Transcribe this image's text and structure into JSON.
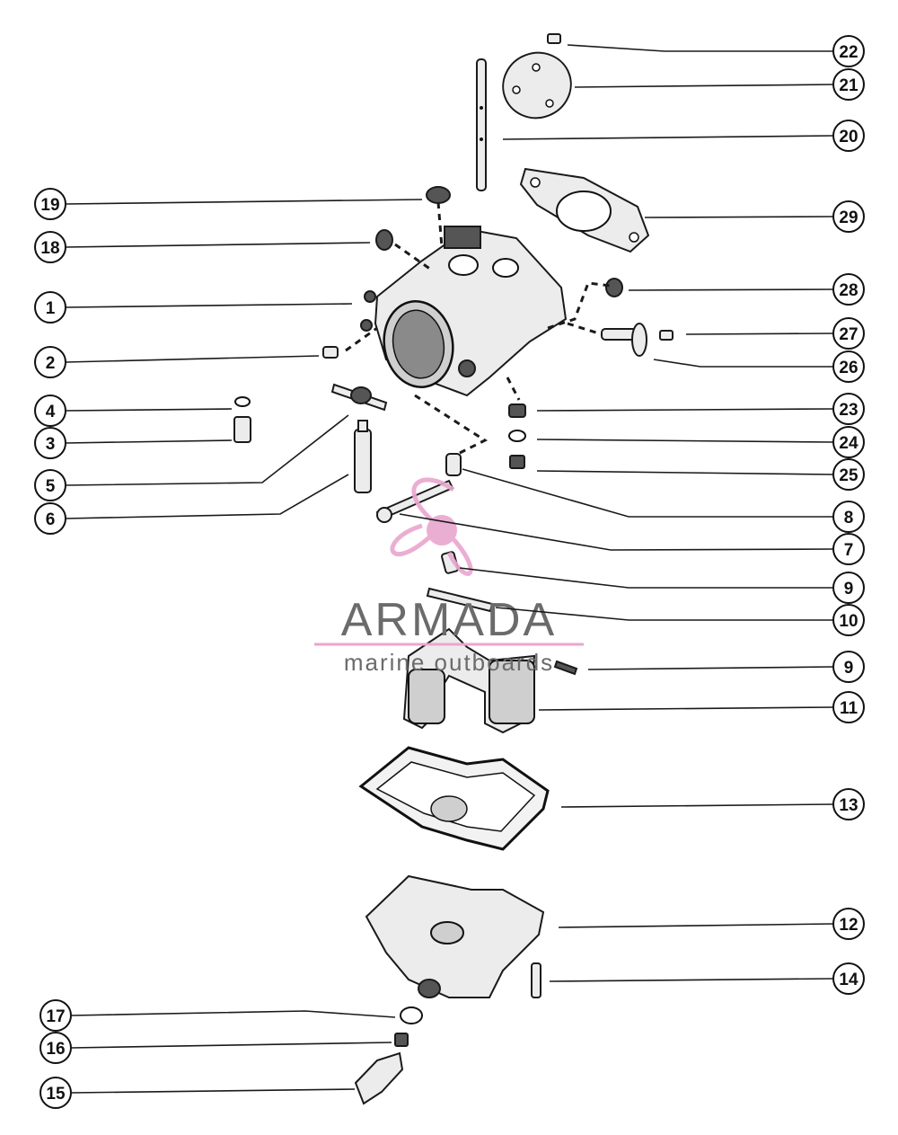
{
  "callouts": [
    {
      "label": "22",
      "side": "right"
    },
    {
      "label": "21",
      "side": "right"
    },
    {
      "label": "20",
      "side": "right"
    },
    {
      "label": "29",
      "side": "right"
    },
    {
      "label": "28",
      "side": "right"
    },
    {
      "label": "27",
      "side": "right"
    },
    {
      "label": "26",
      "side": "right"
    },
    {
      "label": "23",
      "side": "right"
    },
    {
      "label": "24",
      "side": "right"
    },
    {
      "label": "25",
      "side": "right"
    },
    {
      "label": "8",
      "side": "right"
    },
    {
      "label": "7",
      "side": "right"
    },
    {
      "label": "9",
      "side": "right"
    },
    {
      "label": "10",
      "side": "right"
    },
    {
      "label": "9",
      "side": "right"
    },
    {
      "label": "11",
      "side": "right"
    },
    {
      "label": "13",
      "side": "right"
    },
    {
      "label": "12",
      "side": "right"
    },
    {
      "label": "14",
      "side": "right"
    },
    {
      "label": "19",
      "side": "left"
    },
    {
      "label": "18",
      "side": "left"
    },
    {
      "label": "1",
      "side": "left"
    },
    {
      "label": "2",
      "side": "left"
    },
    {
      "label": "4",
      "side": "left"
    },
    {
      "label": "3",
      "side": "left"
    },
    {
      "label": "5",
      "side": "left"
    },
    {
      "label": "6",
      "side": "left"
    },
    {
      "label": "17",
      "side": "left"
    },
    {
      "label": "16",
      "side": "left"
    },
    {
      "label": "15",
      "side": "left"
    }
  ],
  "watermark": {
    "title": "ARMADA",
    "subtitle": "marine outboards",
    "accent_color": "#e9a6cf",
    "text_color": "#6b6b6b"
  }
}
